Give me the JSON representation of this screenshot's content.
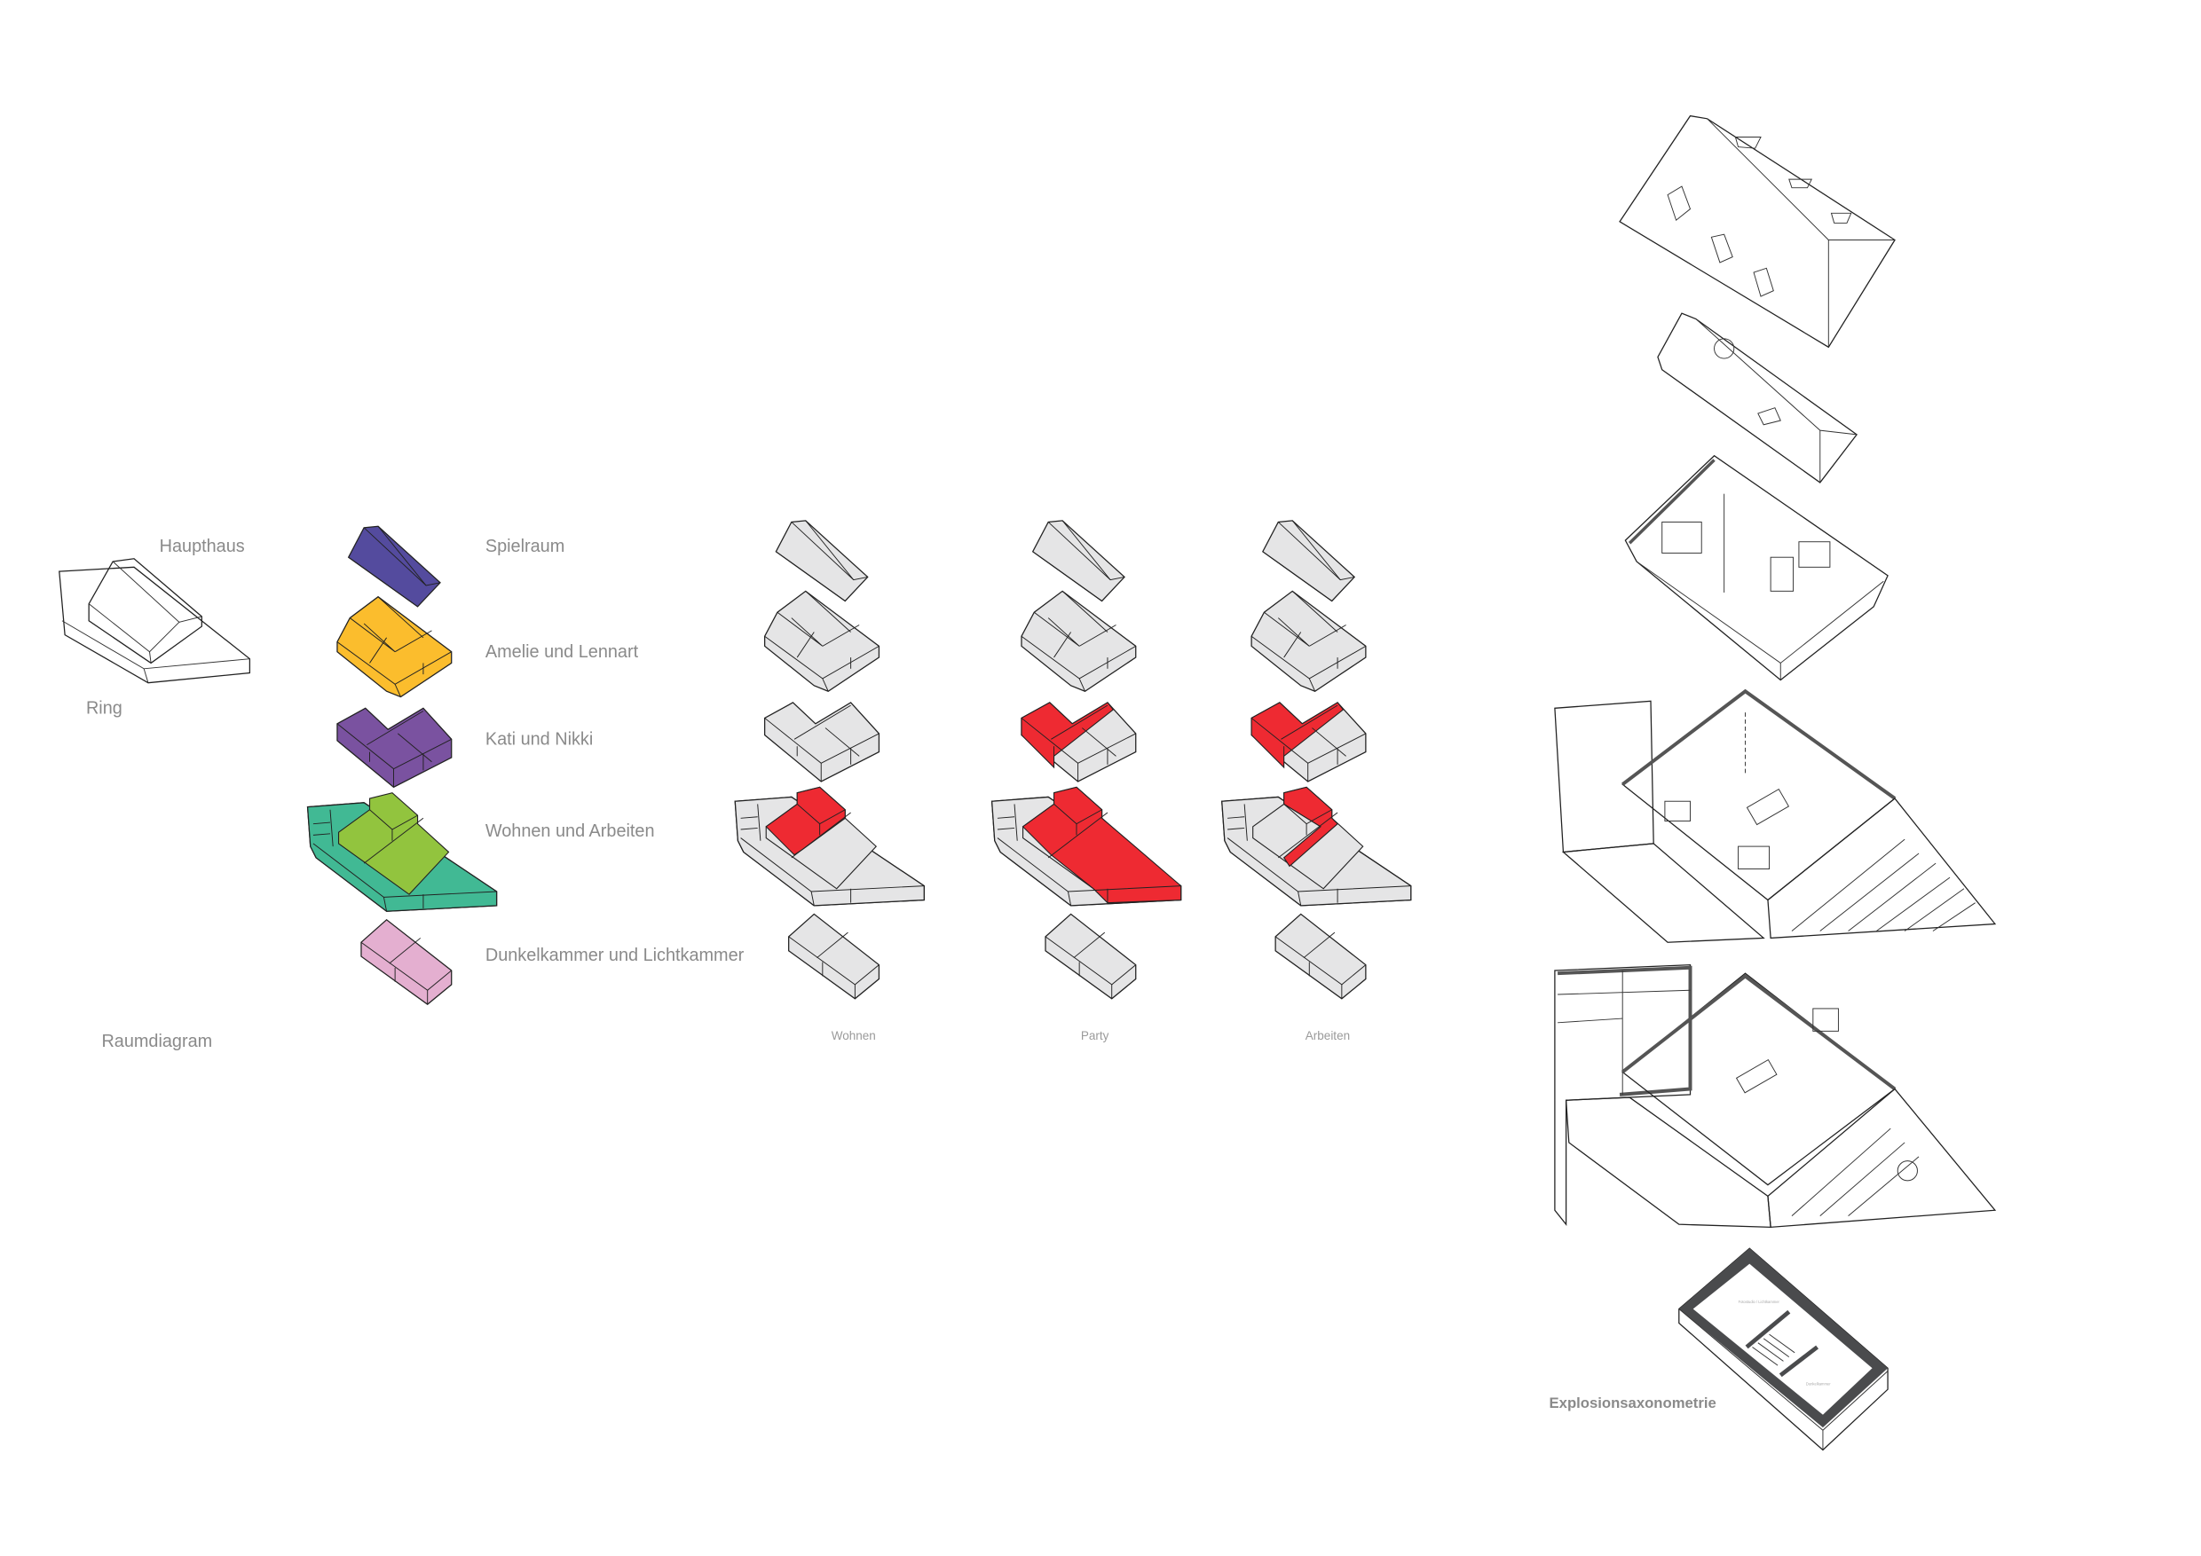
{
  "colors": {
    "haupthaus": "#ee2a32",
    "ring": "#41b994",
    "spielraum": "#544b9e",
    "amelie_lennart": "#fbbd2d",
    "kati_nikki": "#7a52a0",
    "wohnen_arbeiten": "#92c43e",
    "dunkelkammer": "#e4afd0",
    "neutral": "#e5e5e6",
    "highlight": "#ee2a32",
    "wall": "#4a4b4d",
    "label": "#8a8a8a"
  },
  "raumdiagram": {
    "title": "Raumdiagram",
    "haupthaus_label": "Haupthaus",
    "ring_label": "Ring"
  },
  "legend": [
    {
      "key": "spielraum",
      "label": "Spielraum"
    },
    {
      "key": "amelie_lennart",
      "label": "Amelie und Lennart"
    },
    {
      "key": "kati_nikki",
      "label": "Kati und Nikki"
    },
    {
      "key": "wohnen_arbeiten",
      "label": "Wohnen und Arbeiten"
    },
    {
      "key": "dunkelkammer",
      "label": "Dunkelkammer und Lichtkammer"
    }
  ],
  "scenarios": [
    {
      "label": "Wohnen",
      "highlight": [
        "wohnen_core"
      ]
    },
    {
      "label": "Party",
      "highlight": [
        "kati_left",
        "party_base"
      ]
    },
    {
      "label": "Arbeiten",
      "highlight": [
        "kati_left",
        "arbeiten_core"
      ]
    }
  ],
  "explosion": {
    "title": "Explosionsaxonometrie",
    "cellar_rooms": [
      "Fotostudio / Lichtkammer",
      "Dunkelkammer"
    ]
  }
}
